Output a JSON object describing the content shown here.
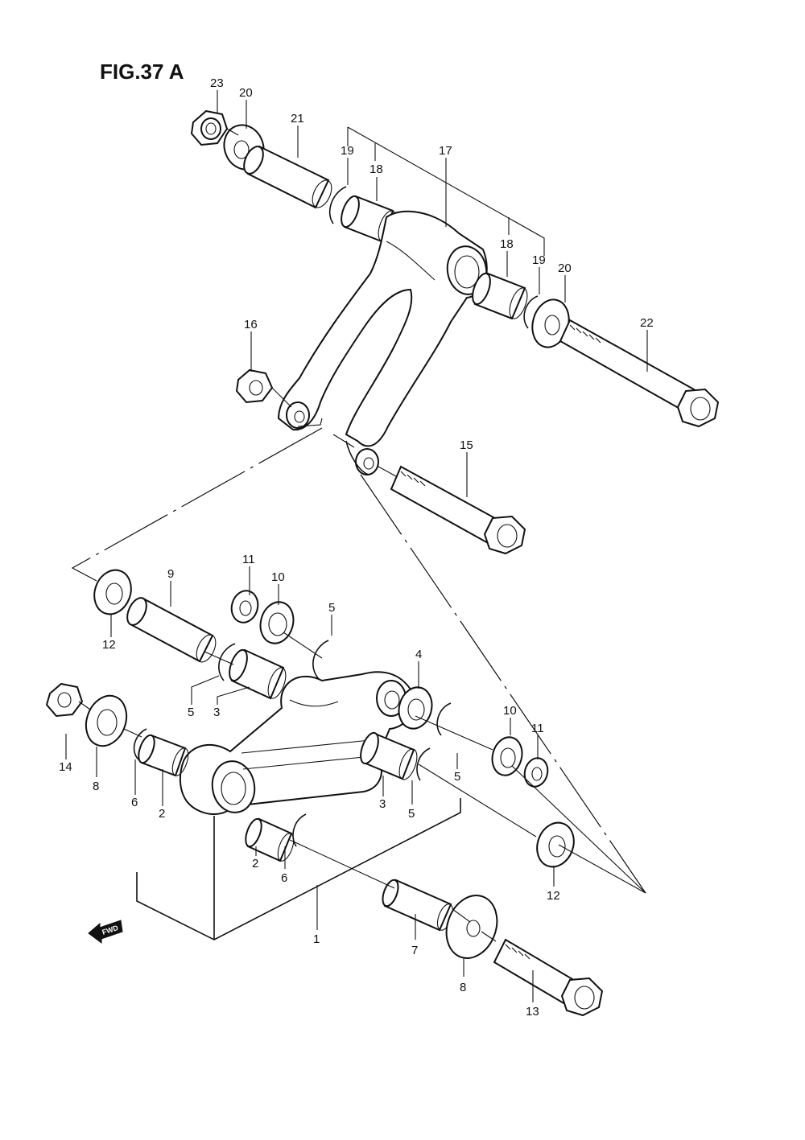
{
  "figure": {
    "title": "FIG.37 A",
    "fwd_label": "FWD"
  },
  "callouts": [
    {
      "id": "c23a",
      "text": "23"
    },
    {
      "id": "c20a",
      "text": "20"
    },
    {
      "id": "c21",
      "text": "21"
    },
    {
      "id": "c19a",
      "text": "19"
    },
    {
      "id": "c18a",
      "text": "18"
    },
    {
      "id": "c17",
      "text": "17"
    },
    {
      "id": "c18b",
      "text": "18"
    },
    {
      "id": "c19b",
      "text": "19"
    },
    {
      "id": "c20b",
      "text": "20"
    },
    {
      "id": "c22",
      "text": "22"
    },
    {
      "id": "c16",
      "text": "16"
    },
    {
      "id": "c15",
      "text": "15"
    },
    {
      "id": "c9",
      "text": "9"
    },
    {
      "id": "c11a",
      "text": "11"
    },
    {
      "id": "c10a",
      "text": "10"
    },
    {
      "id": "c5a",
      "text": "5"
    },
    {
      "id": "c12a",
      "text": "12"
    },
    {
      "id": "c5b",
      "text": "5"
    },
    {
      "id": "c3a",
      "text": "3"
    },
    {
      "id": "c4",
      "text": "4"
    },
    {
      "id": "c14",
      "text": "14"
    },
    {
      "id": "c8a",
      "text": "8"
    },
    {
      "id": "c6a",
      "text": "6"
    },
    {
      "id": "c2a",
      "text": "2"
    },
    {
      "id": "c10b",
      "text": "10"
    },
    {
      "id": "c11b",
      "text": "11"
    },
    {
      "id": "c5c",
      "text": "5"
    },
    {
      "id": "c3b",
      "text": "3"
    },
    {
      "id": "c5d",
      "text": "5"
    },
    {
      "id": "c2b",
      "text": "2"
    },
    {
      "id": "c6b",
      "text": "6"
    },
    {
      "id": "c12b",
      "text": "12"
    },
    {
      "id": "c1",
      "text": "1"
    },
    {
      "id": "c7",
      "text": "7"
    },
    {
      "id": "c8b",
      "text": "8"
    },
    {
      "id": "c13",
      "text": "13"
    }
  ]
}
